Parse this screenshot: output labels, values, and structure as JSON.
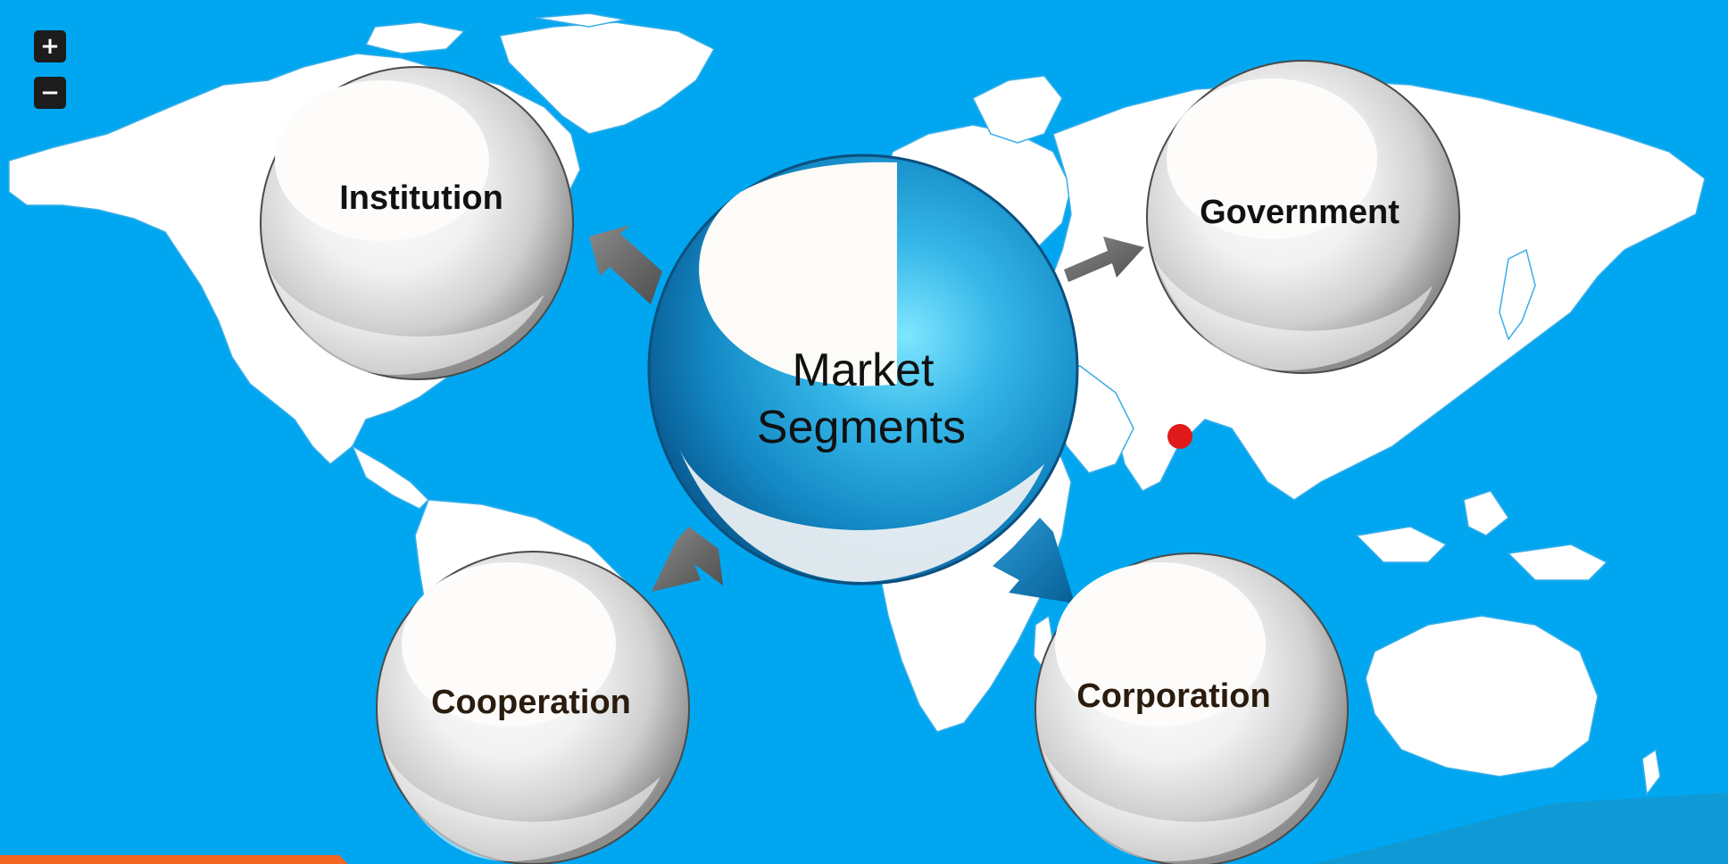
{
  "map_controls": {
    "zoom_in_label": "+",
    "zoom_out_label": "−"
  },
  "diagram": {
    "center": {
      "line1": "Market",
      "line2": "Segments"
    },
    "segments": [
      {
        "id": "institution",
        "label": "Institution"
      },
      {
        "id": "government",
        "label": "Government"
      },
      {
        "id": "cooperation",
        "label": "Cooperation"
      },
      {
        "id": "corporation",
        "label": "Corporation"
      }
    ]
  },
  "colors": {
    "ocean": "#00a7f0",
    "land": "#ffffff",
    "border_lines": "#3aaee8",
    "marker": "#e01a1a",
    "arrow_gray": "#6a6a6a",
    "arrow_blue": "#0b7fc1",
    "accent_orange": "#f26522",
    "accent_blue": "#0f9ad6"
  }
}
